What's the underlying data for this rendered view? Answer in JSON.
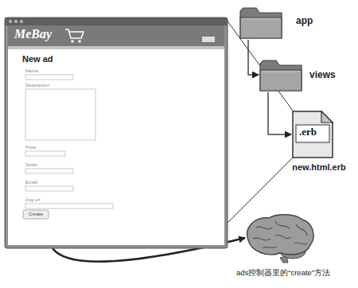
{
  "diagram": {
    "nodes": [
      {
        "text": [
          "MeBay",
          "New ad"
        ]
      },
      {
        "text": [
          "app"
        ]
      },
      {
        "text": [
          "views"
        ]
      },
      {
        "text": [
          ".erb",
          "new.html.erb"
        ]
      },
      {
        "text": [
          "ads控制器里的“create”方法"
        ]
      }
    ],
    "edges": [
      {
        "from": 1,
        "to": 2,
        "arrow": "to"
      },
      {
        "from": 2,
        "to": 3,
        "arrow": "to"
      },
      {
        "from": 0,
        "to": 3,
        "arrow": "none"
      },
      {
        "from": 0,
        "to": 3,
        "arrow": "none"
      },
      {
        "from": 0,
        "to": 4,
        "arrow": "to"
      }
    ],
    "labels": [
      "Name",
      "Description",
      "Price",
      "Seller",
      "Email",
      "Img url",
      "Create"
    ]
  }
}
